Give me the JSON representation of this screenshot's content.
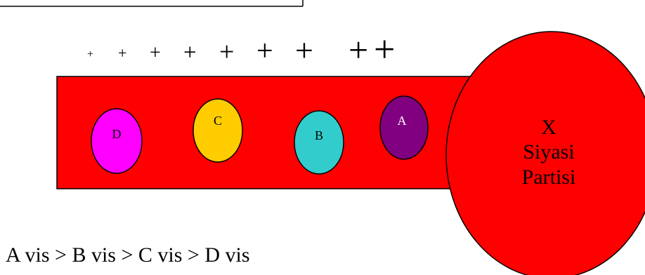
{
  "diagram": {
    "plus_signs": [
      "+",
      "+",
      "+",
      "+",
      "+",
      "+",
      "+",
      "+",
      "+"
    ],
    "party_label_lines": [
      "X",
      "Siyasi",
      "Partisi"
    ],
    "members": [
      {
        "label": "D",
        "fill": "#ff00ff"
      },
      {
        "label": "C",
        "fill": "#ffcc00"
      },
      {
        "label": "B",
        "fill": "#33cccc"
      },
      {
        "label": "A",
        "fill": "#800080"
      }
    ],
    "caption": "A vis > B vis > C vis > D vis",
    "colors": {
      "band": "#ff0000",
      "party": "#ff0000",
      "stroke": "#000000"
    }
  }
}
